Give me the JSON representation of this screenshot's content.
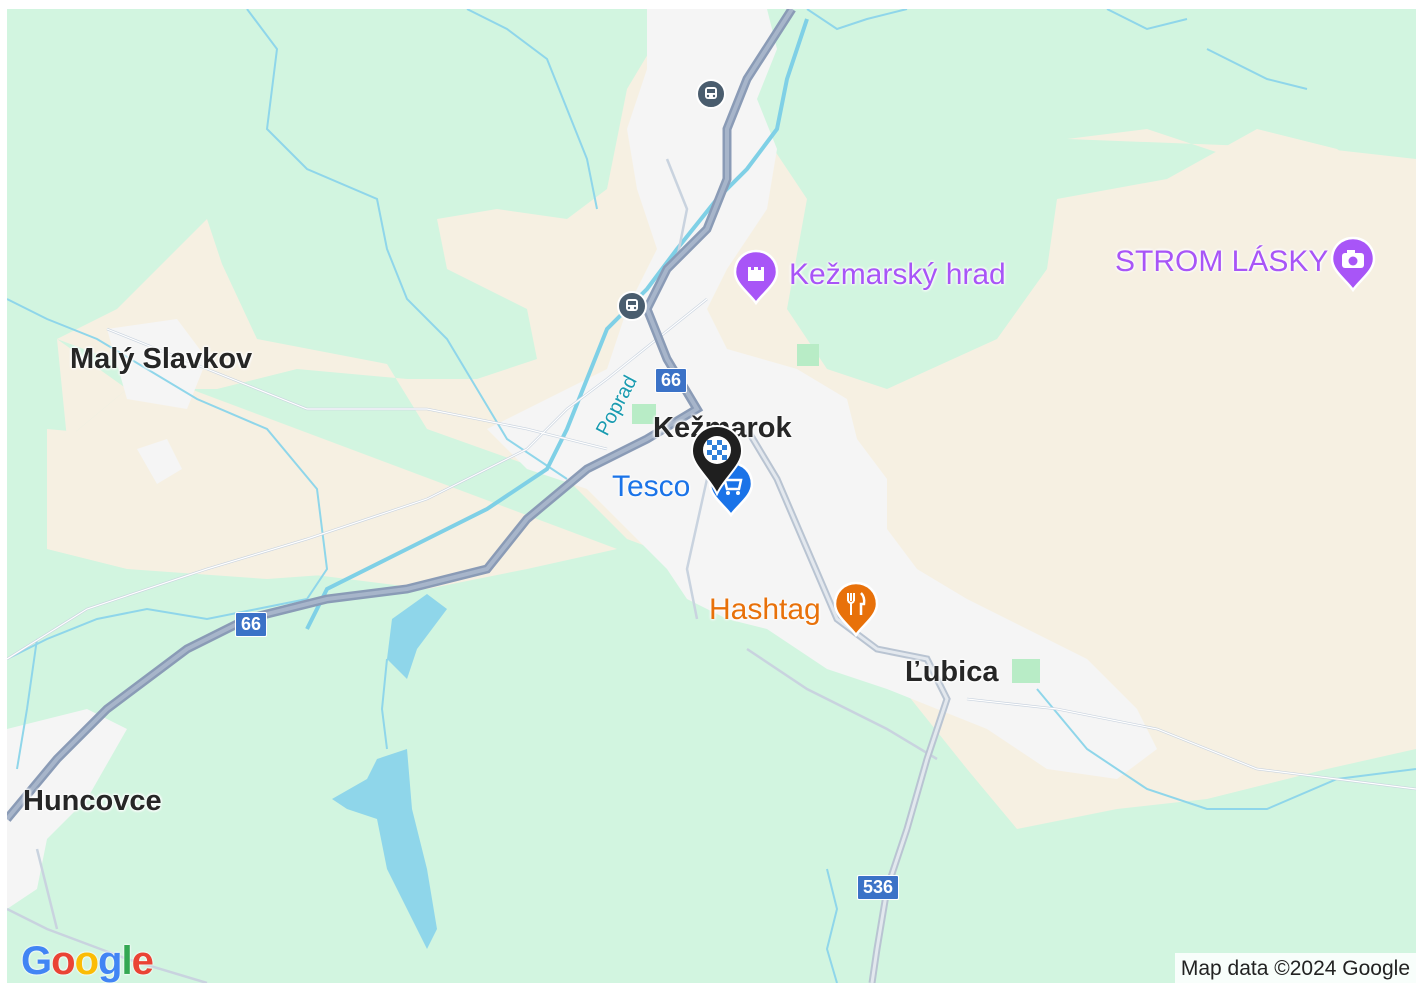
{
  "map": {
    "places": {
      "maly_slavkov": "Malý Slavkov",
      "kezmarok": "Kežmarok",
      "lubica": "Ľubica",
      "huncovce": "Huncovce"
    },
    "pois": {
      "kezmarsky_hrad": "Kežmarský hrad",
      "strom_lasky": "STROM LÁSKY",
      "tesco": "Tesco",
      "hashtag": "Hashtag"
    },
    "roads": {
      "route_66_a": "66",
      "route_66_b": "66",
      "route_536": "536"
    },
    "river": "Poprad",
    "logo": "Google",
    "attribution": "Map data ©2024 Google",
    "colors": {
      "forest": "#d2f5e0",
      "urban": "#f5f5f5",
      "farmland": "#f6f0e2",
      "water": "#8fd6ea",
      "highway": "#8a9bb6",
      "poi_landmark": "#a855f7",
      "poi_shopping": "#1a73e8",
      "poi_food": "#e8710a",
      "marker": "#1f1f1f"
    }
  }
}
